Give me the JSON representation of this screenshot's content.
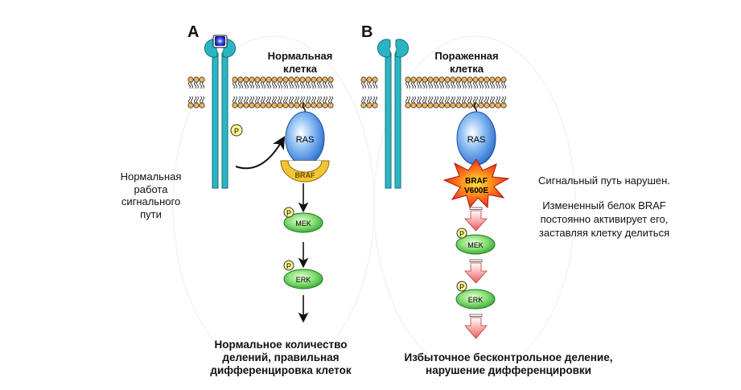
{
  "panels": {
    "a": {
      "letter": "A",
      "title_line1": "Нормальная",
      "title_line2": "клетка",
      "side_note": [
        "Нормальная",
        "работа",
        "сигнального",
        "пути"
      ],
      "outcome": [
        "Нормальное количество",
        "делений, правильная",
        "дифференцировка клеток"
      ],
      "proteins": {
        "ras": "RAS",
        "braf": "BRAF",
        "mek": "MEK",
        "erk": "ERK",
        "phospho": "P"
      }
    },
    "b": {
      "letter": "B",
      "title_line1": "Пораженная",
      "title_line2": "клетка",
      "side_note": [
        "Сигнальный путь нарушен.",
        "",
        "Измененный белок  BRAF",
        "постоянно активирует его,",
        "заставляя клетку делиться"
      ],
      "outcome": [
        "Избыточное бесконтрольное деление,",
        "нарушение дифференцировки"
      ],
      "proteins": {
        "ras": "RAS",
        "braf_line1": "BRAF",
        "braf_line2": "V600E",
        "mek": "MEK",
        "erk": "ERK",
        "phospho": "P"
      }
    }
  },
  "colors": {
    "receptor": "#2bb5c4",
    "receptor_dark": "#1a7f8a",
    "ligand": "#1a1aa8",
    "ras": "#3f86e0",
    "braf": "#f3c531",
    "mutant_braf": "#e8231b",
    "kinase": "#3fbf3f",
    "phospho": "#fff68f",
    "lipid_head": "#f2b45a"
  }
}
